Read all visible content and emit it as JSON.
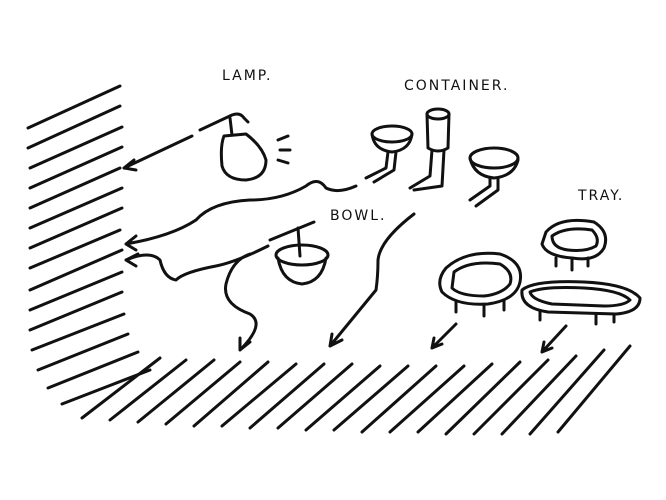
{
  "labels": {
    "lamp": "LAMP.",
    "container": "CONTAINER.",
    "bowl": "BOWL.",
    "tray": "TRAY."
  },
  "colors": {
    "ink": "#111111",
    "paper": "#ffffff"
  }
}
